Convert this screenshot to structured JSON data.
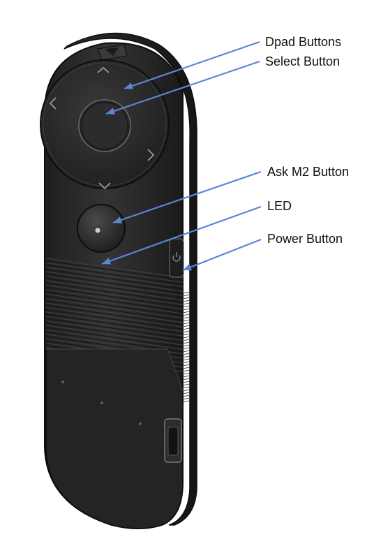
{
  "labels": {
    "dpad": "Dpad Buttons",
    "select": "Select Button",
    "ask": "Ask M2 Button",
    "led": "LED",
    "power": "Power Button"
  },
  "colors": {
    "callout_line": "#5b86d6",
    "device_body": "#2b2b2b",
    "device_edge": "#111111",
    "highlight_line": "#8a8a8a",
    "label_text": "#111111"
  },
  "icons": {
    "dpad_up": "chevron-up-icon",
    "dpad_down": "chevron-down-icon",
    "dpad_left": "chevron-left-icon",
    "dpad_right": "chevron-right-icon",
    "power": "power-icon"
  }
}
